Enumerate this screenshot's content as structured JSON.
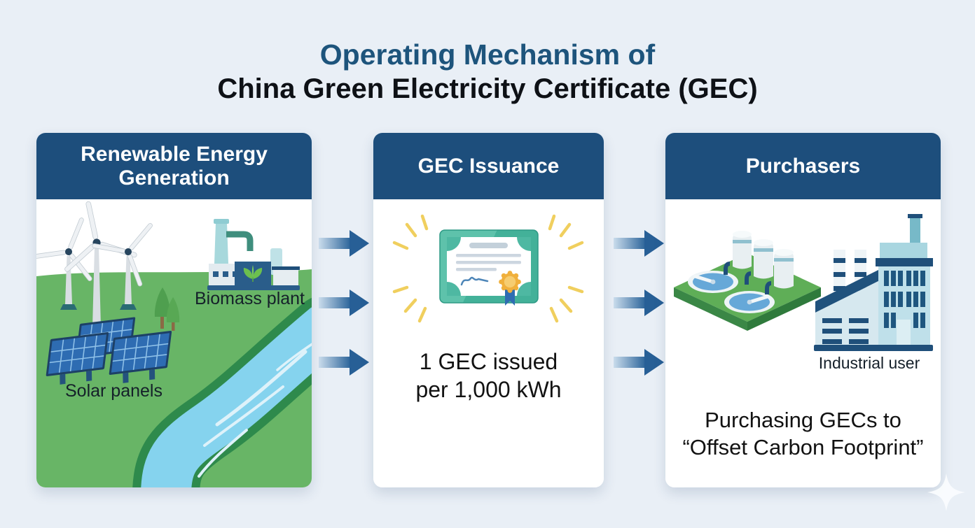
{
  "title": {
    "line1": "Operating Mechanism of",
    "line2": "China Green Electricity Certificate (GEC)"
  },
  "panel_renewable": {
    "header": "Renewable Energy Generation",
    "biomass_label": "Biomass plant",
    "solar_label": "Solar panels"
  },
  "panel_issuance": {
    "header": "GEC Issuance",
    "caption_line1": "1 GEC issued",
    "caption_line2": "per 1,000 kWh"
  },
  "panel_purchasers": {
    "header": "Purchasers",
    "industrial_label": "Industrial user",
    "caption_line1": "Purchasing GECs to",
    "caption_line2": "“Offset Carbon Footprint”"
  },
  "colors": {
    "background": "#e9eff6",
    "header_blue": "#1d4e7c",
    "title_blue": "#1d547c",
    "arrow_blue": "#2a6399",
    "field_green": "#68b566",
    "river_bank_green": "#2e8a4c",
    "river_blue": "#85d3ee",
    "certificate_teal": "#4eb8a2",
    "seal_gold": "#f0b03c",
    "sparkle_yellow": "#f0cf5e"
  }
}
